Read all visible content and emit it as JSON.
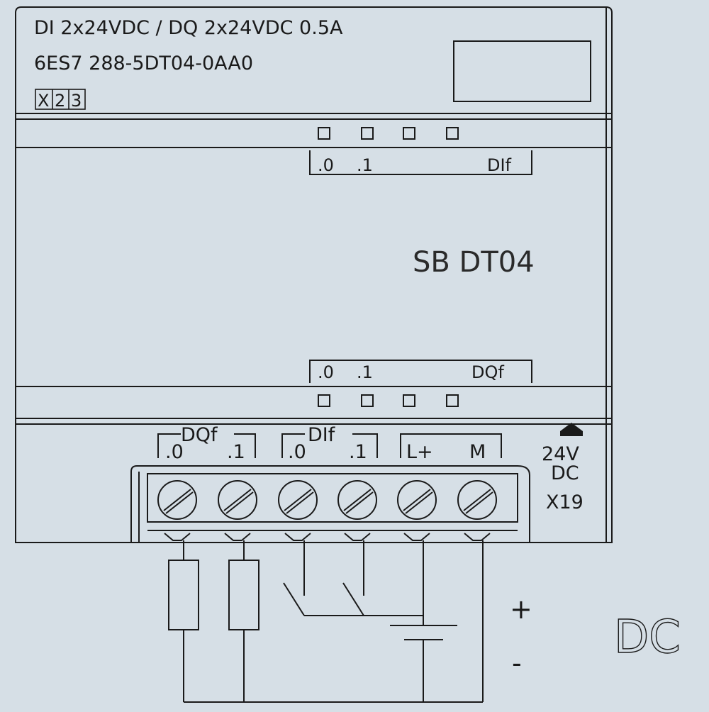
{
  "module": {
    "title": "DI 2x24VDC / DQ 2x24VDC 0.5A",
    "part_number": "6ES7 288-5DT04-0AA0",
    "revision_marks": [
      "X",
      "2",
      "3"
    ],
    "model_name": "SB DT04"
  },
  "top_leds": {
    "labels": [
      ".0",
      ".1",
      "DIf"
    ]
  },
  "bottom_leds": {
    "labels": [
      ".0",
      ".1",
      "DQf"
    ]
  },
  "terminals": {
    "groups": [
      {
        "name": "DQf",
        "labels": [
          ".0",
          ".1"
        ]
      },
      {
        "name": "DIf",
        "labels": [
          ".0",
          ".1"
        ]
      },
      {
        "name": "",
        "labels": [
          "L+",
          "M"
        ]
      }
    ],
    "supply_voltage": "24V",
    "supply_type": "DC",
    "connector_id": "X19"
  },
  "wiring": {
    "plus_sign": "+",
    "minus_sign": "-",
    "supply_label": "DC"
  }
}
